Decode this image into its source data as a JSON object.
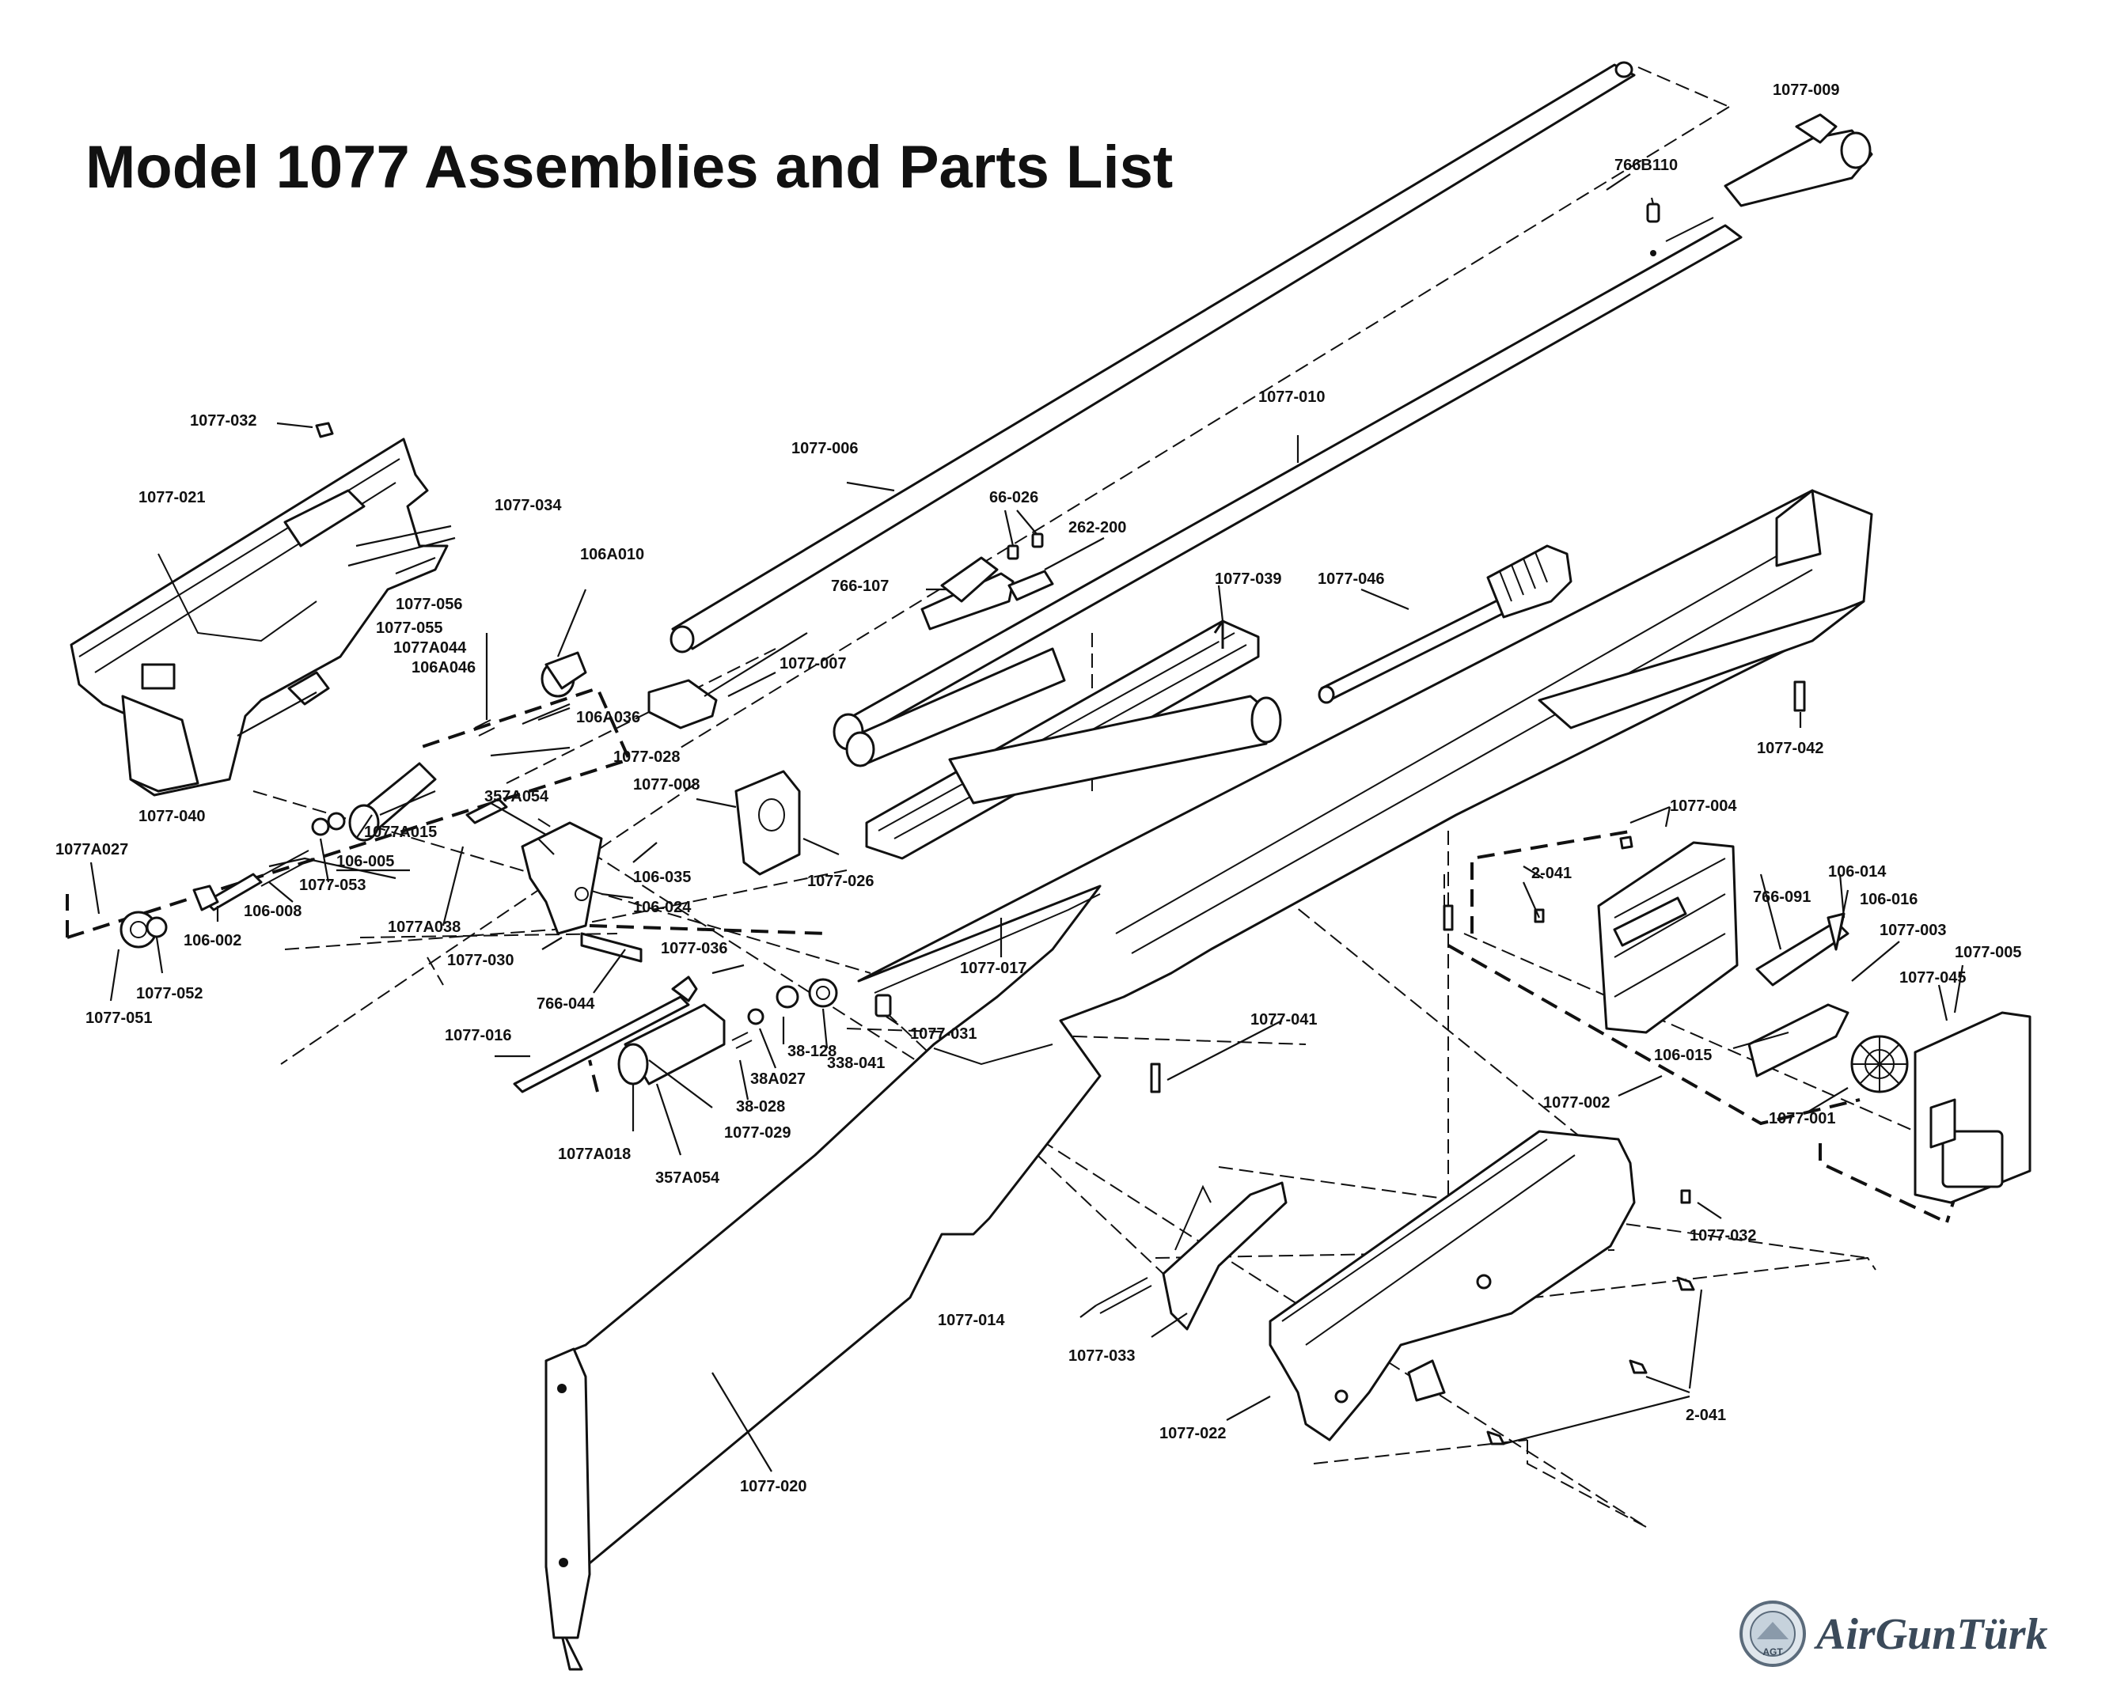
{
  "title": "Model 1077 Assemblies and Parts List",
  "labels": {
    "p1077_009": "1077-009",
    "p766B110": "766B110",
    "p1077_010": "1077-010",
    "p1077_006": "1077-006",
    "p1077_032a": "1077-032",
    "p1077_021": "1077-021",
    "p1077_034": "1077-034",
    "p106A010": "106A010",
    "p1077_056": "1077-056",
    "p1077_055": "1077-055",
    "p1077A044": "1077A044",
    "p106A046": "106A046",
    "p106A036": "106A036",
    "p1077_028": "1077-028",
    "p357A054a": "357A054",
    "p1077A015": "1077A015",
    "p1077_040": "1077-040",
    "p66_026": "66-026",
    "p262_200": "262-200",
    "p766_107": "766-107",
    "p1077_007": "1077-007",
    "p1077_008": "1077-008",
    "p1077_026": "1077-026",
    "p1077_039": "1077-039",
    "p1077_046": "1077-046",
    "p1077_042": "1077-042",
    "p1077A027": "1077A027",
    "p106_005": "106-005",
    "p1077_053": "1077-053",
    "p106_008": "106-008",
    "p106_002": "106-002",
    "p1077_052": "1077-052",
    "p1077_051": "1077-051",
    "p1077A038": "1077A038",
    "p106_035": "106-035",
    "p106_024": "106-024",
    "p1077_030": "1077-030",
    "p766_044": "766-044",
    "p1077_036": "1077-036",
    "p1077_016": "1077-016",
    "p1077_017": "1077-017",
    "p1077_031": "1077-031",
    "p338_041": "338-041",
    "p38_128": "38-128",
    "p38A027": "38A027",
    "p38_028": "38-028",
    "p1077_029": "1077-029",
    "p1077A018": "1077A018",
    "p357A054b": "357A054",
    "p1077_041": "1077-041",
    "p1077_004": "1077-004",
    "p2_041a": "2-041",
    "p106_014": "106-014",
    "p766_091": "766-091",
    "p106_016": "106-016",
    "p1077_003": "1077-003",
    "p1077_005": "1077-005",
    "p1077_045": "1077-045",
    "p106_015": "106-015",
    "p1077_002": "1077-002",
    "p1077_001": "1077-001",
    "p1077_032b": "1077-032",
    "p1077_014": "1077-014",
    "p1077_033": "1077-033",
    "p1077_022": "1077-022",
    "p2_041b": "2-041",
    "p1077_020": "1077-020"
  },
  "watermark": {
    "text": "AirGunTürk",
    "badge_text": "AGT"
  }
}
